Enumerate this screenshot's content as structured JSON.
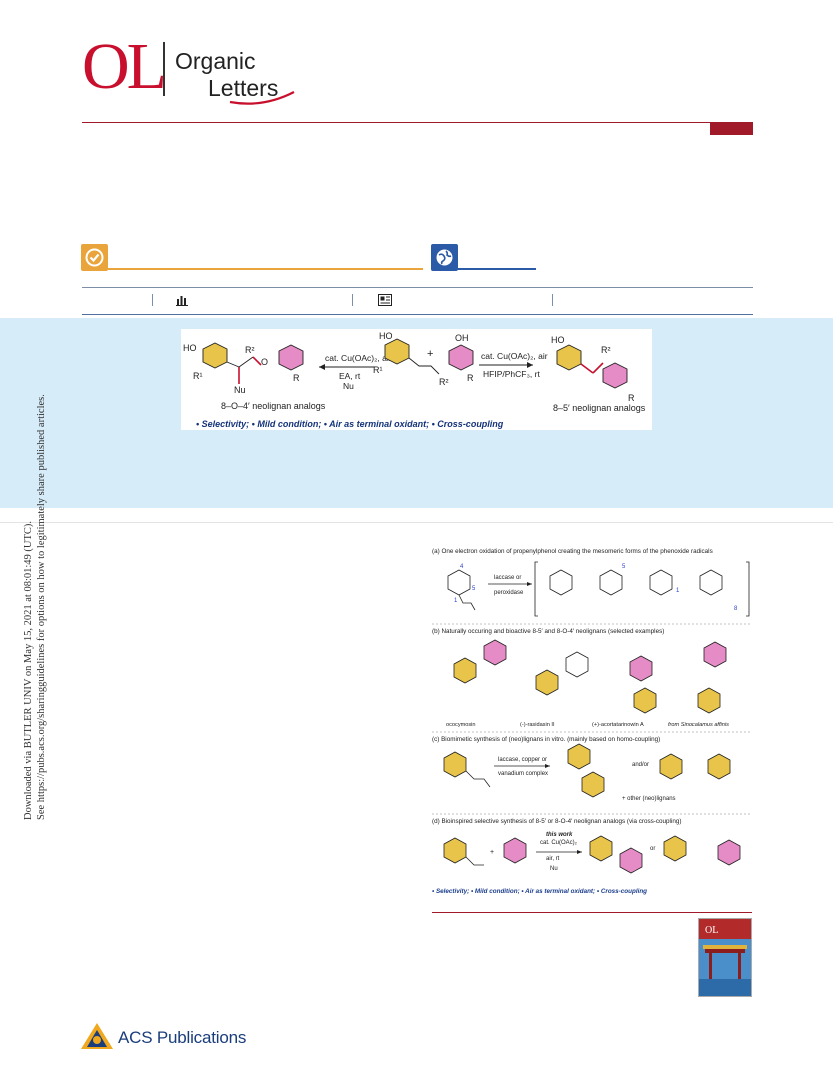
{
  "journal": {
    "logo_letters": "OL",
    "name_line1": "Organic",
    "name_line2": "Letters",
    "brand_color": "#c8102e"
  },
  "side_notice": {
    "line1": "Downloaded via BUTLER UNIV on May 15, 2021 at 08:01:49 (UTC).",
    "line2": "See https://pubs.acs.org/sharingguidelines for options on how to legitimately share published articles."
  },
  "toc": {
    "left_label": "8–O–4′ neolignan analogs",
    "right_label": "8–5′ neolignan analogs",
    "left_conditions_1": "cat. Cu(OAc)₂, air",
    "left_conditions_2": "EA, rt",
    "left_conditions_3": "Nu",
    "right_conditions_1": "cat. Cu(OAc)₂, air",
    "right_conditions_2": "HFIP/PhCF₃, rt",
    "tags": "• Selectivity; • Mild condition; • Air as terminal oxidant; • Cross-coupling",
    "plus": "+",
    "ho1": "HO",
    "ho2": "HO",
    "oh1": "OH",
    "ho3": "HO",
    "r2a": "R²",
    "r2b": "R²",
    "r2c": "R²",
    "r1a": "R¹",
    "r1b": "R¹",
    "ra": "R",
    "rb": "R",
    "nu": "Nu",
    "o": "O"
  },
  "figure": {
    "panel_a": "(a) One electron oxidation of propenylphenol creating the mesomeric forms of the phenoxide radicals",
    "panel_a_reagent_1": "laccase or",
    "panel_a_reagent_2": "peroxidase",
    "panel_b": "(b) Naturally occuring and bioactive 8-5′ and 8-O-4′ neolignans (selected examples)",
    "panel_b_names": [
      "ococymosin",
      "(-)-rasidasin II",
      "(+)-acortatarinowin A",
      "from Sinocalamus affinis"
    ],
    "panel_c": "(c) Biomimetic synthesis of  (neo)lignans in vitro. (mainly based on homo-coupling)",
    "panel_c_reagent_1": "laccase, copper or",
    "panel_c_reagent_2": "vanadium complex",
    "panel_c_andor": "and/or",
    "panel_c_other": "+ other (neo)lignans",
    "panel_d": "(d) Bioinspired selective synthesis of 8-5′ or 8-O-4′ neolignan analogs (via cross-coupling)",
    "panel_d_this_work": "this work",
    "panel_d_cond_1": "cat. Cu(OAc)₂",
    "panel_d_cond_2": "air, rt",
    "panel_d_nu": "Nu",
    "panel_d_or": "or",
    "panel_d_tags": "• Selectivity; • Mild condition; • Air as terminal oxidant; • Cross-coupling"
  },
  "footer": {
    "publisher": "ACS Publications"
  },
  "colors": {
    "accent_orange": "#e9a43c",
    "accent_blue": "#2b5aa6",
    "ring_yellow": "#e8c54a",
    "ring_pink": "#e58bc6",
    "abstract_bg": "#d6ecf8"
  }
}
